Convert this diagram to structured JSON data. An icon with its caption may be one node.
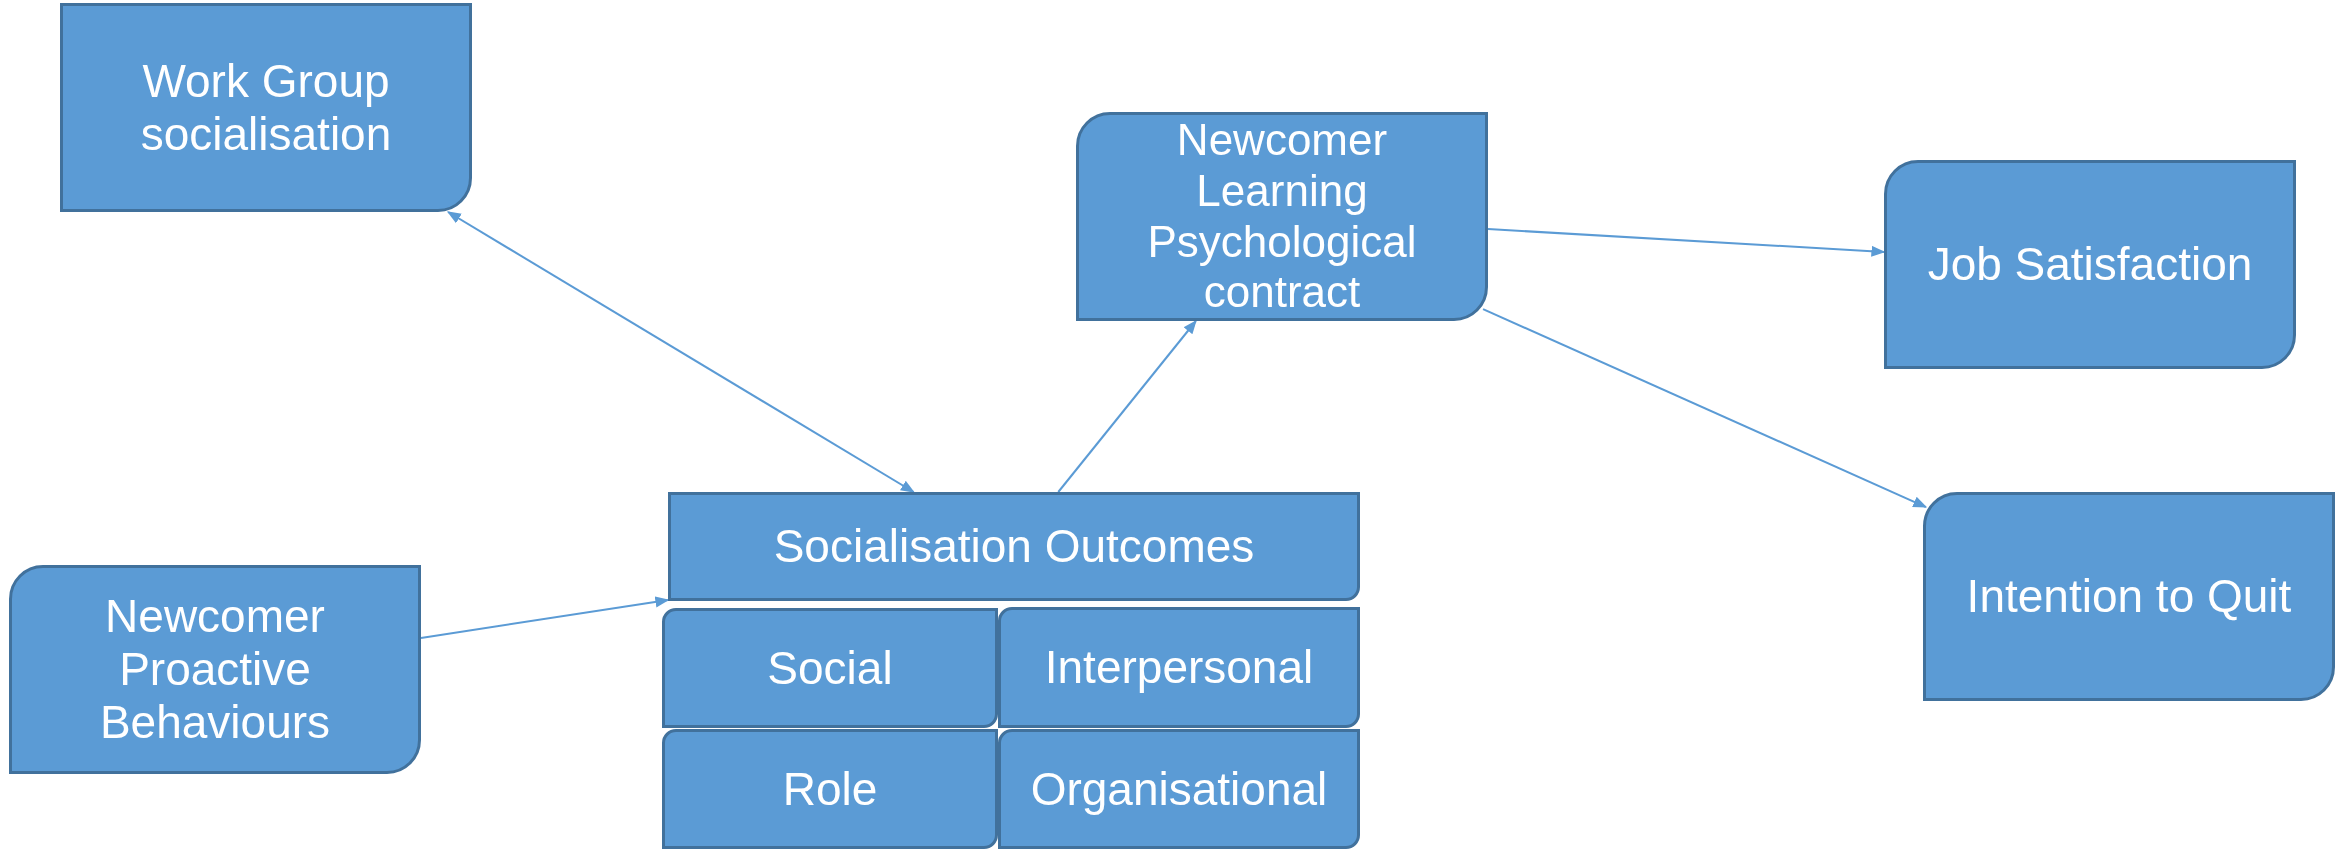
{
  "diagram": {
    "nodes": [
      {
        "text": [
          "Work Group socialisation"
        ]
      },
      {
        "text": [
          "Newcomer Learning Psychological contract"
        ]
      },
      {
        "text": [
          "Job Satisfaction"
        ]
      },
      {
        "text": [
          "Socialisation Outcomes"
        ]
      },
      {
        "text": [
          "Intention to Quit"
        ]
      },
      {
        "text": [
          "Newcomer Proactive Behaviours"
        ]
      },
      {
        "text": [
          "Social"
        ]
      },
      {
        "text": [
          "Interpersonal"
        ]
      },
      {
        "text": [
          "Role"
        ]
      },
      {
        "text": [
          "Organisational"
        ]
      }
    ],
    "edges": [
      {
        "from": 0,
        "to": 3,
        "arrow": "both"
      },
      {
        "from": 3,
        "to": 1,
        "arrow": "to"
      },
      {
        "from": 1,
        "to": 2,
        "arrow": "to"
      },
      {
        "from": 1,
        "to": 4,
        "arrow": "to"
      },
      {
        "from": 5,
        "to": 3,
        "arrow": "to"
      }
    ]
  }
}
